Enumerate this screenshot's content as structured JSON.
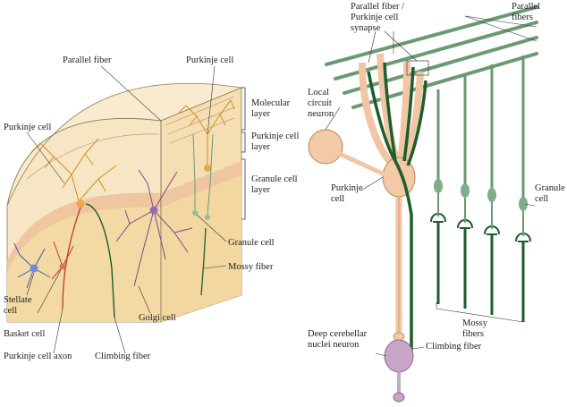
{
  "left_panel": {
    "labels": {
      "parallel_fiber": "Parallel fiber",
      "purkinje_cell_top": "Purkinje cell",
      "purkinje_cell_left": "Purkinje cell",
      "molecular_layer": "Molecular\nlayer",
      "purkinje_cell_layer": "Purkinje cell\nlayer",
      "granule_cell_layer": "Granule cell\nlayer",
      "granule_cell": "Granule cell",
      "mossy_fiber": "Mossy fiber",
      "stellate_cell": "Stellate\ncell",
      "basket_cell": "Basket cell",
      "golgi_cell": "Golgi cell",
      "purkinje_cell_axon": "Purkinje cell axon",
      "climbing_fiber": "Climbing fiber"
    }
  },
  "right_panel": {
    "labels": {
      "pf_purkinje_synapse": "Parallel fiber /\nPurkinje cell\nsynapse",
      "parallel_fibers": "Parallel\nfibers",
      "local_circuit_neuron": "Local\ncircuit\nneuron",
      "purkinje_cell": "Purkinje\ncell",
      "granule_cell": "Granule\ncell",
      "mossy_fibers": "Mossy\nfibers",
      "deep_cerebellar_nuclei_neuron": "Deep cerebellar\nnuclei neuron",
      "climbing_fiber": "Climbing fiber"
    }
  },
  "colors": {
    "molecular": "#f7e6c4",
    "purkinje_band": "#f2c9a6",
    "granule": "#f8e4b8",
    "purkinje_body": "#f3c9a8",
    "purkinje_outline": "#b8874e",
    "climbing_green": "#1c5e2c",
    "granule_green": "#6b9a72",
    "stellate_blue": "#3a5bb0",
    "golgi_purple": "#7a4b8c",
    "basket_red": "#c0392b",
    "deep_nucleus": "#c9a6c9"
  }
}
